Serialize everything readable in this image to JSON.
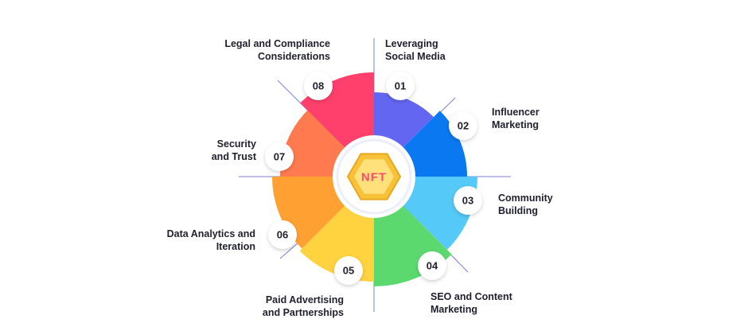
{
  "center": {
    "label": "NFT",
    "icon": "nft-hexagon-icon"
  },
  "colors": {
    "s01": "#6366f1",
    "s02": "#0a78f0",
    "s03": "#55c9f8",
    "s04": "#5bd96e",
    "s05": "#ffd23f",
    "s06": "#ffa033",
    "s07": "#ff7a4f",
    "s08": "#ff3f6c",
    "hub_outer": "#f7c23a",
    "hub_inner": "#ffe07a",
    "line": "#7b7fd6"
  },
  "segments": [
    {
      "num": "01",
      "lines": [
        "Leveraging",
        "Social Media"
      ]
    },
    {
      "num": "02",
      "lines": [
        "Influencer",
        "Marketing"
      ]
    },
    {
      "num": "03",
      "lines": [
        "Community",
        "Building"
      ]
    },
    {
      "num": "04",
      "lines": [
        "SEO and Content",
        "Marketing"
      ]
    },
    {
      "num": "05",
      "lines": [
        "Paid Advertising",
        "and Partnerships"
      ]
    },
    {
      "num": "06",
      "lines": [
        "Data Analytics and",
        "Iteration"
      ]
    },
    {
      "num": "07",
      "lines": [
        "Security",
        "and Trust"
      ]
    },
    {
      "num": "08",
      "lines": [
        "Legal and Compliance",
        "Considerations"
      ]
    }
  ]
}
